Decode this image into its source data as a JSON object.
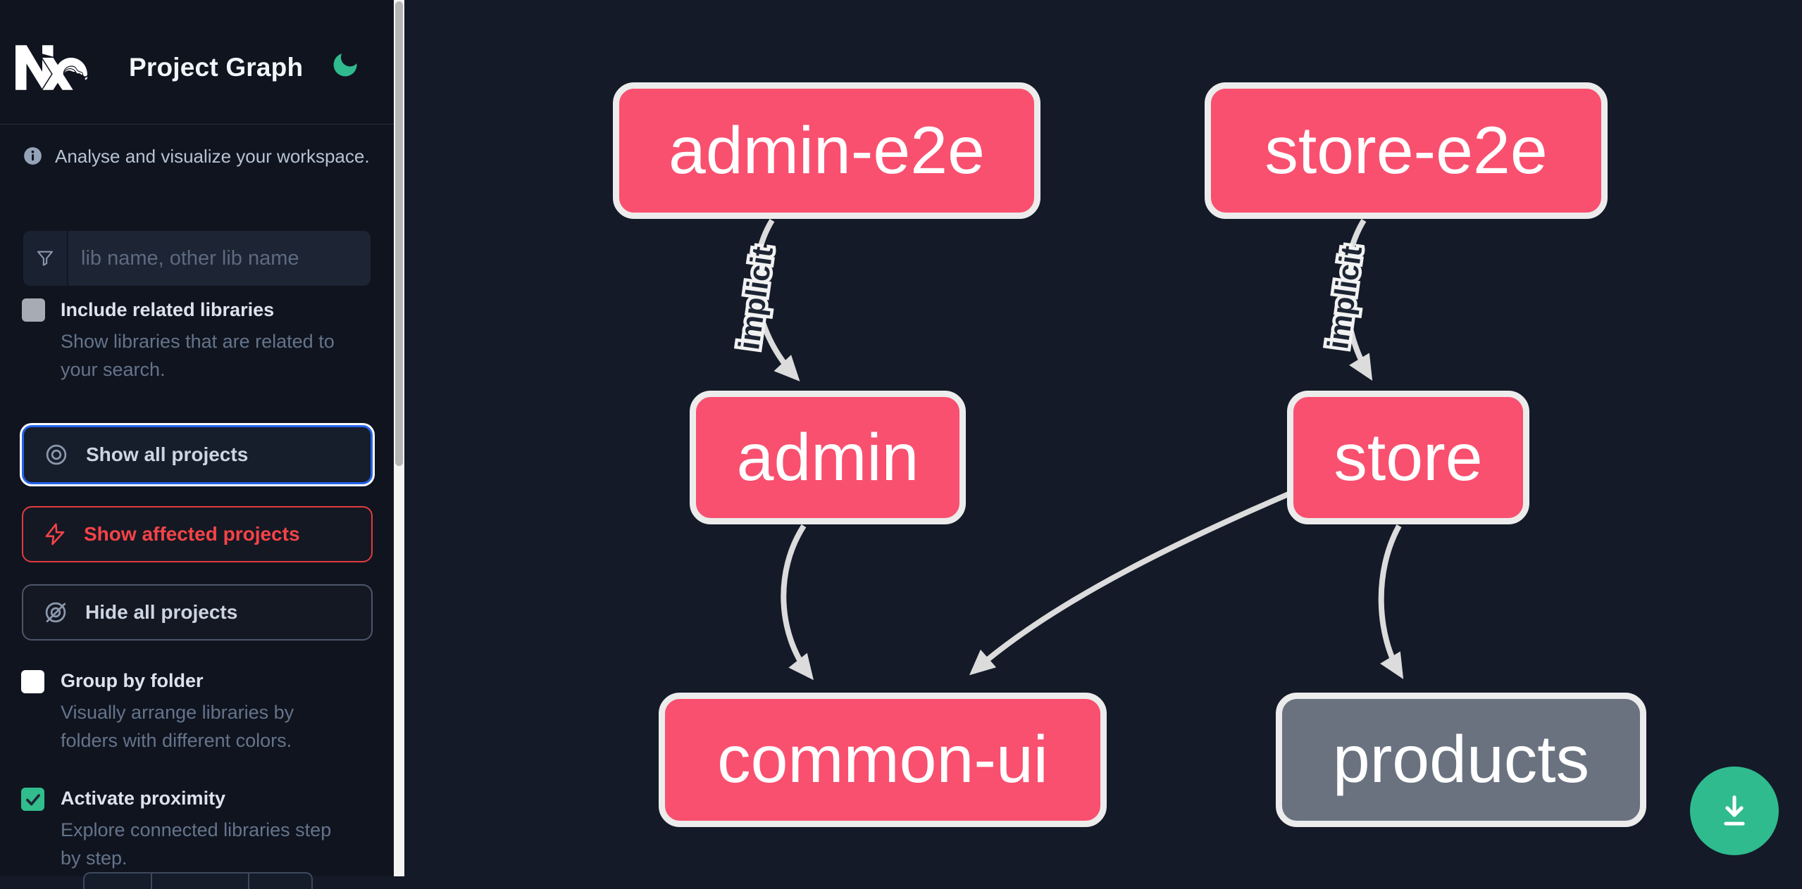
{
  "header": {
    "app_name": "Nx",
    "title": "Project Graph"
  },
  "sidebar": {
    "tagline": "Analyse and visualize your workspace.",
    "search": {
      "placeholder": "lib name, other lib name",
      "value": ""
    },
    "include_related": {
      "label": "Include related libraries",
      "description": "Show libraries that are related to\nyour search.",
      "checked": false,
      "disabled": true
    },
    "actions": {
      "show_all": "Show all projects",
      "show_affected": "Show affected projects",
      "hide_all": "Hide all projects"
    },
    "group_by_folder": {
      "label": "Group by folder",
      "description": "Visually arrange libraries by\nfolders with different colors.",
      "checked": false
    },
    "activate_proximity": {
      "label": "Activate proximity",
      "description": "Explore connected libraries step\nby step.",
      "checked": true
    }
  },
  "graph": {
    "nodes": [
      {
        "label": "admin-e2e",
        "affected": true
      },
      {
        "label": "store-e2e",
        "affected": true
      },
      {
        "label": "admin",
        "affected": true
      },
      {
        "label": "store",
        "affected": true
      },
      {
        "label": "common-ui",
        "affected": true
      },
      {
        "label": "products",
        "affected": false
      }
    ],
    "edges": [
      {
        "from": "admin-e2e",
        "to": "admin",
        "label": "implicit"
      },
      {
        "from": "store-e2e",
        "to": "store",
        "label": "implicit"
      },
      {
        "from": "admin",
        "to": "common-ui",
        "label": ""
      },
      {
        "from": "store",
        "to": "common-ui",
        "label": ""
      },
      {
        "from": "store",
        "to": "products",
        "label": ""
      }
    ]
  },
  "colors": {
    "affected_node": "#f9506f",
    "unaffected_node": "#6a7280",
    "node_border": "#ececec",
    "edge": "#dcdcdc",
    "accent_green": "#2fbb8e",
    "focus_blue": "#2463e9",
    "danger_red": "#e13b3f",
    "canvas_bg": "#141a28",
    "sidebar_bg": "#10141f"
  },
  "icons": {
    "logo": "nx-logo",
    "theme": "moon-icon",
    "tagline": "info-icon",
    "search": "funnel-icon",
    "show_all": "eye-icon",
    "show_affected": "bolt-icon",
    "hide_all": "eye-off-icon",
    "fab": "download-icon"
  }
}
